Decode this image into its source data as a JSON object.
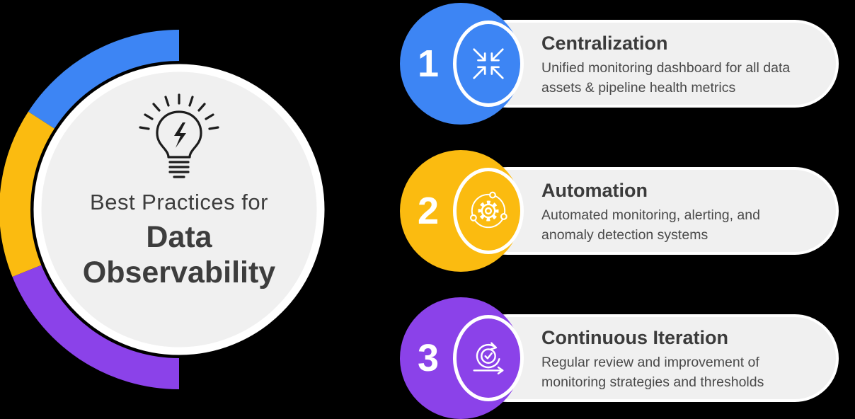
{
  "page": {
    "background": "#000000"
  },
  "emblem": {
    "icon": "lightbulb-icon",
    "title_line1": "Best Practices for",
    "title_line2": "Data",
    "title_line3": "Observability",
    "circle_fill": "#f0f0f0",
    "text_color": "#3d3d3d",
    "arc_segments": [
      {
        "name": "blue-arc",
        "color": "#3d85f4"
      },
      {
        "name": "yellow-arc",
        "color": "#fbbb10"
      },
      {
        "name": "purple-arc",
        "color": "#8b42e9"
      }
    ]
  },
  "items": [
    {
      "number": "1",
      "title": "Centralization",
      "description": "Unified monitoring dashboard for all data\nassets & pipeline health metrics",
      "accent": "#3d85f4",
      "icon": "centralize-arrows-icon"
    },
    {
      "number": "2",
      "title": "Automation",
      "description": "Automated monitoring, alerting, and\nanomaly detection systems",
      "accent": "#fbbb10",
      "icon": "gear-orbit-icon"
    },
    {
      "number": "3",
      "title": "Continuous Iteration",
      "description": "Regular review and improvement of\nmonitoring strategies and thresholds",
      "accent": "#8b42e9",
      "icon": "loop-arrow-icon"
    }
  ]
}
